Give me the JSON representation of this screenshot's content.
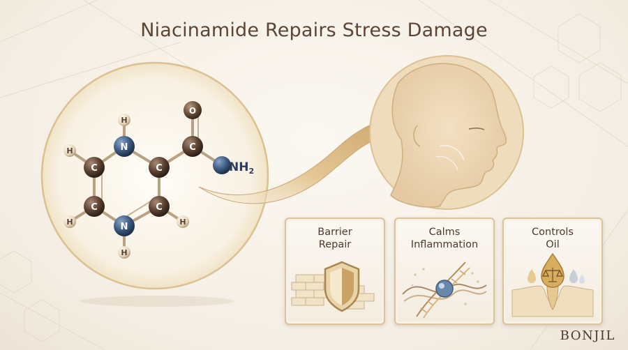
{
  "title": "Niacinamide Repairs Stress Damage",
  "molecule": {
    "atoms": {
      "hydrogen": "H",
      "nitrogen": "N",
      "carbon": "C",
      "oxygen": "O",
      "amine": "NH",
      "subscript": "2"
    }
  },
  "benefits": [
    {
      "label_line1": "Barrier",
      "label_line2": "Repair",
      "icon": "shield-wall-icon"
    },
    {
      "label_line1": "Calms",
      "label_line2": "Inflammation",
      "icon": "dna-cell-icon"
    },
    {
      "label_line1": "Controls",
      "label_line2": "Oil",
      "icon": "scale-oil-drop-icon"
    }
  ],
  "brand": "BONJIL",
  "colors": {
    "gold": "#d4b47c",
    "carbon": "#5a4030",
    "nitrogen": "#3c5a80",
    "text": "#4a3a2c"
  }
}
